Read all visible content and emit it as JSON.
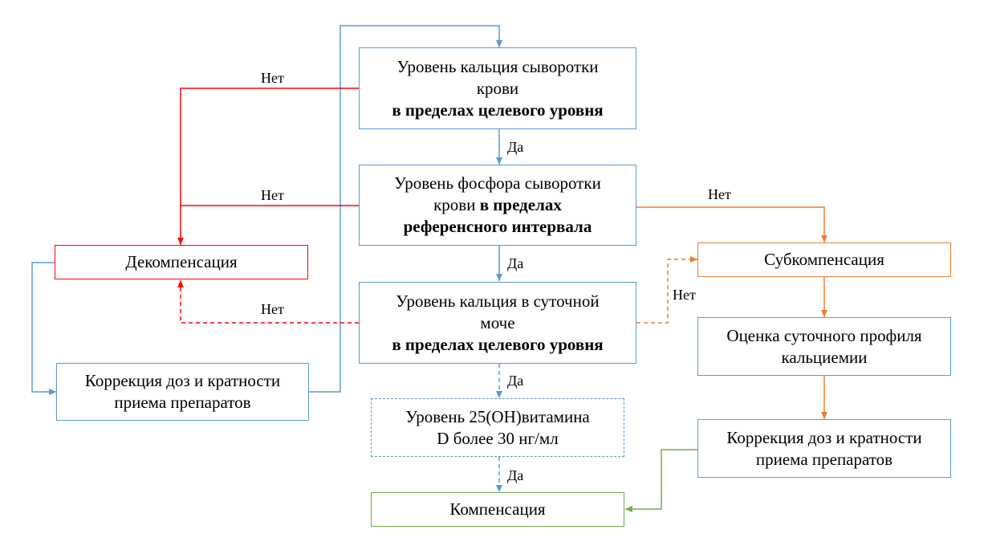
{
  "boxes": {
    "calcium_blood": {
      "line1": "Уровень кальция сыворотки",
      "line2": "крови",
      "bold": "в пределах целевого уровня"
    },
    "phosphorus_blood": {
      "line1": "Уровень фосфора сыворотки",
      "line2_plain": "крови ",
      "line2_bold": "в пределах",
      "bold": "референсного интервала"
    },
    "calcium_urine": {
      "line1": "Уровень кальция в суточной",
      "line2": "моче",
      "bold": "в пределах целевого уровня"
    },
    "vitamin_d": {
      "line1": "Уровень 25(OH)витамина",
      "line2": "D более 30 нг/мл"
    },
    "compensation": {
      "text": "Компенсация"
    },
    "decompensation": {
      "text": "Декомпенсация"
    },
    "correction_left": {
      "line1": "Коррекция доз и кратности",
      "line2": "приема препаратов"
    },
    "subcompensation": {
      "text": "Субкомпенсация"
    },
    "daily_profile": {
      "line1": "Оценка суточного профиля",
      "line2": "кальциемии"
    },
    "correction_right": {
      "line1": "Коррекция доз и кратности",
      "line2": "приема препаратов"
    }
  },
  "labels": {
    "yes": "Да",
    "no": "Нет"
  },
  "colors": {
    "blue": "#5b9bd5",
    "red": "#ff0000",
    "orange": "#ed7d31",
    "green": "#70ad47"
  }
}
